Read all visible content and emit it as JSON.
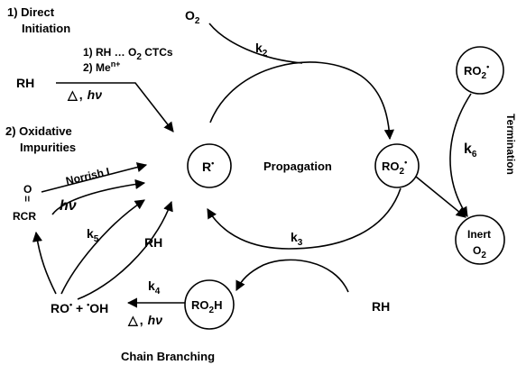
{
  "initiation": {
    "heading": [
      "1) Direct",
      "Initiation"
    ],
    "ctc_line": {
      "pre": "1) RH … O",
      "sub": "2",
      "post": " CTCs"
    },
    "me_line": {
      "pre": "2) Me",
      "sup": "n+"
    },
    "rh": "RH",
    "conditions": {
      "delta": "△",
      "sep": ",",
      "hv": "hν"
    }
  },
  "oxidative": {
    "heading": [
      "2) Oxidative",
      "Impurities"
    ],
    "carbonyl": {
      "o": "O",
      "bond": "=",
      "rcr": "RCR"
    },
    "norrish": "Norrish I",
    "hv": "hν"
  },
  "nodes": {
    "r_radical": {
      "main": "R",
      "dot": "•"
    },
    "ro2_radical": {
      "main": "RO",
      "sub": "2",
      "dot": "•"
    },
    "ro2_top": {
      "main": "RO",
      "sub": "2",
      "dot": "•"
    },
    "inert": [
      "Inert",
      "O",
      "2"
    ],
    "ro2h": {
      "main": "RO",
      "sub": "2",
      "tail": "H"
    }
  },
  "labels": {
    "o2": {
      "main": "O",
      "sub": "2"
    },
    "k2": {
      "main": "k",
      "sub": "2"
    },
    "k3": {
      "main": "k",
      "sub": "3"
    },
    "k4": {
      "main": "k",
      "sub": "4"
    },
    "k5": {
      "main": "k",
      "sub": "5"
    },
    "k6": {
      "main": "k",
      "sub": "6"
    },
    "propagation": "Propagation",
    "termination": "Termination",
    "rh_bottom": "RH",
    "rh_mid": "RH",
    "ro_oh": {
      "ro": "RO",
      "dot1": "•",
      "plus": " + ",
      "dot2": "•",
      "oh": "OH"
    },
    "branch_conditions": {
      "delta": "△",
      "sep": ",",
      "hv": "hν"
    },
    "chain_branching": "Chain Branching"
  }
}
